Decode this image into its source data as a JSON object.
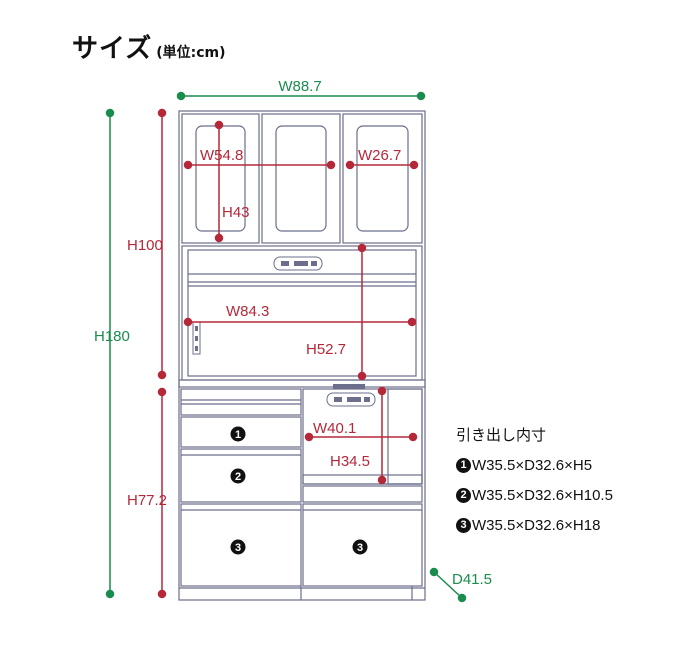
{
  "title": {
    "main": "サイズ",
    "unit": "(単位:cm)"
  },
  "colors": {
    "green": "#1a8c4e",
    "red": "#b5283a",
    "outline": "#6b6f8c",
    "dark": "#111111"
  },
  "dimensions": {
    "overall_width": "W88.7",
    "overall_height": "H180",
    "upper_height": "H100",
    "lower_height": "H77.2",
    "depth": "D41.5",
    "glass_width_wide": "W54.8",
    "glass_width_narrow": "W26.7",
    "glass_height": "H43",
    "open_shelf_width": "W84.3",
    "open_shelf_height": "H52.7",
    "appliance_width": "W40.1",
    "appliance_height": "H34.5"
  },
  "drawer_markers": {
    "d1": "1",
    "d2": "2",
    "d3a": "3",
    "d3b": "3"
  },
  "legend": {
    "heading": "引き出し内寸",
    "items": [
      {
        "num": "1",
        "text": "W35.5×D32.6×H5"
      },
      {
        "num": "2",
        "text": "W35.5×D32.6×H10.5"
      },
      {
        "num": "3",
        "text": "W35.5×D32.6×H18"
      }
    ]
  }
}
